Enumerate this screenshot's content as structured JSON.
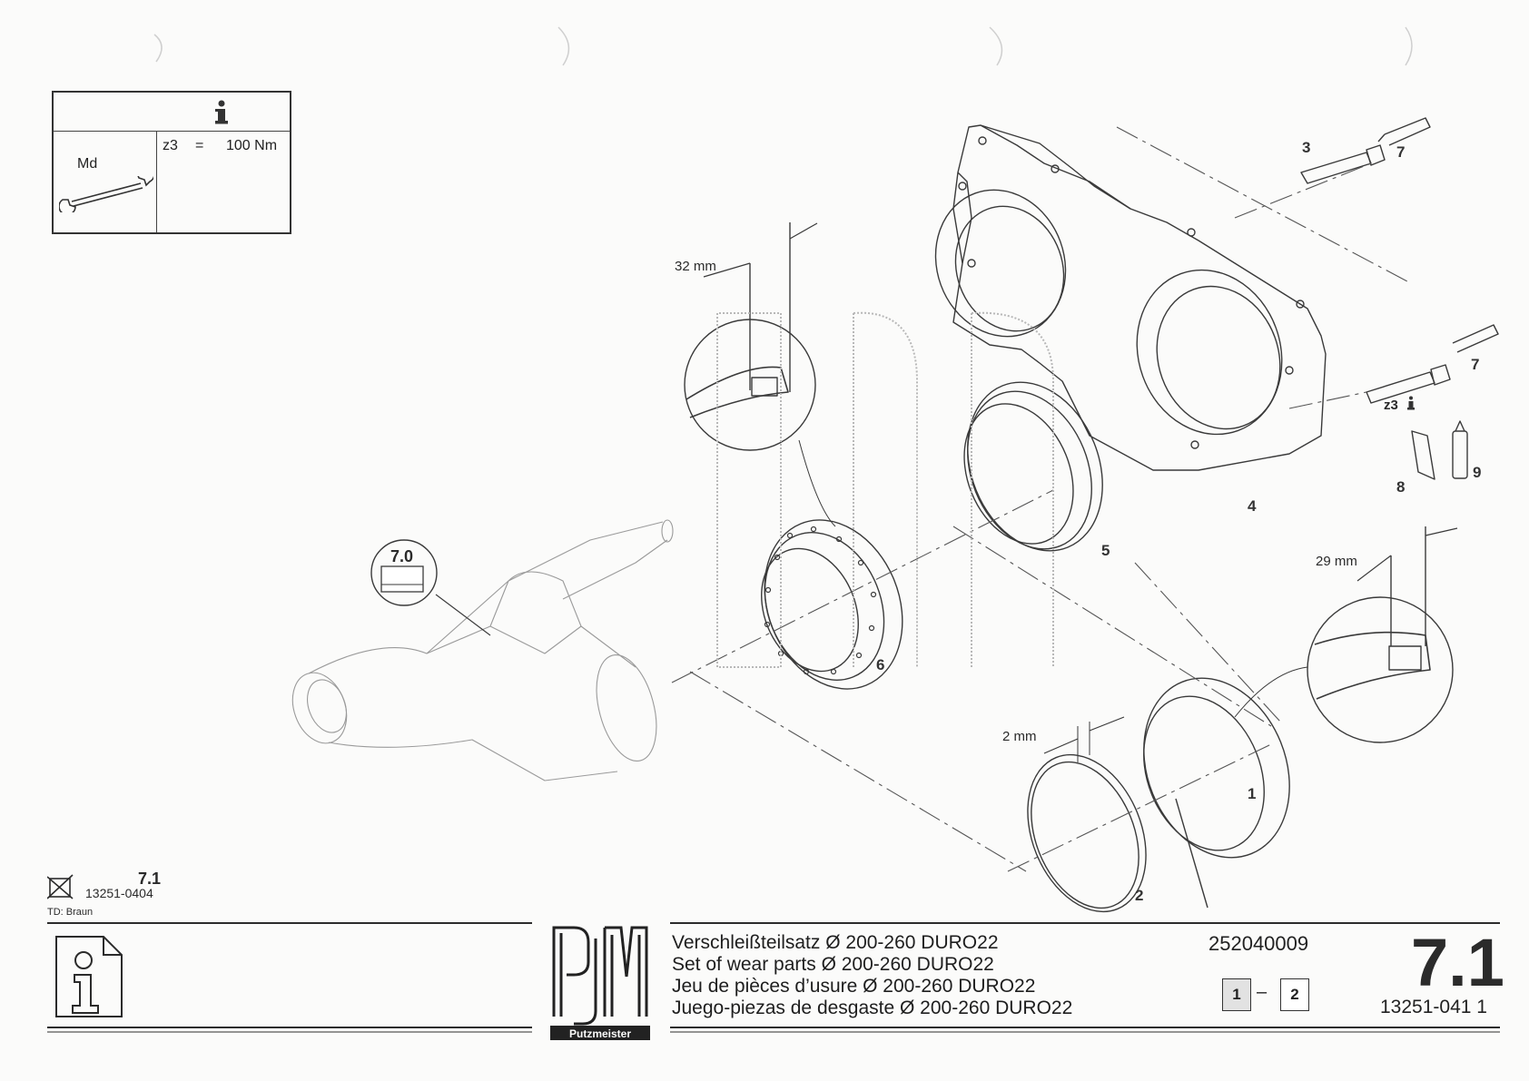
{
  "torque_table": {
    "md_label": "Md",
    "code": "z3",
    "equals": "=",
    "value": "100 Nm",
    "info_icon": "info-icon",
    "wrench_icon": "wrench-icon"
  },
  "dimensions": {
    "dim_32": "32 mm",
    "dim_29": "29 mm",
    "dim_2": "2 mm"
  },
  "ref_badge": "7.0",
  "part_numbers": [
    "1",
    "2",
    "3",
    "4",
    "5",
    "6",
    "7",
    "7",
    "8",
    "9"
  ],
  "z3_marker": "z3",
  "stamp": {
    "section": "7.1",
    "code": "13251-0404",
    "td": "TD: Braun",
    "void_icon": "crossed-box-icon"
  },
  "title_block": {
    "info_icon": "info-icon",
    "logo_text": "Putzmeister",
    "titles": [
      "Verschleißteilsatz Ø 200-260 DURO22",
      "Set of wear parts Ø 200-260 DURO22",
      "Jeu de pièces d’usure Ø 200-260 DURO22",
      "Juego-piezas de desgaste Ø 200-260 DURO22"
    ],
    "part_no": "252040009",
    "page_current": "1",
    "page_sep": "–",
    "page_total": "2",
    "section": "7.1",
    "doc_no": "13251-041 1"
  }
}
